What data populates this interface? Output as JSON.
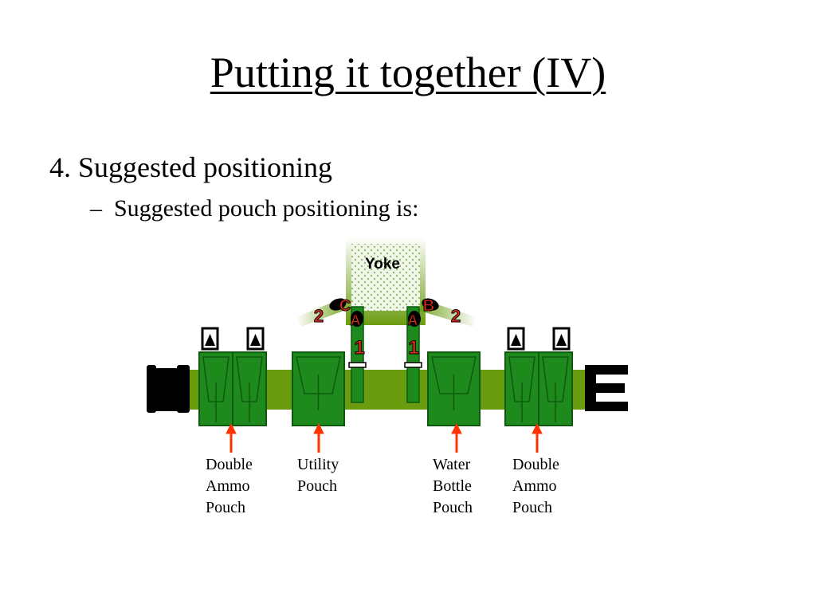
{
  "slide": {
    "title": "Putting it together (IV)",
    "bullet_1": "4. Suggested positioning",
    "bullet_2_marker": "–",
    "bullet_2": "Suggested pouch positioning is:"
  },
  "diagram": {
    "yoke_label": "Yoke",
    "strap_markers": {
      "left_number_outer": "2",
      "left_letter_top": "C",
      "left_letter_bottom": "A",
      "left_number_lower": "1",
      "right_letter_top": "B",
      "right_number_outer": "2",
      "right_letter_bottom": "A",
      "right_number_lower": "1"
    },
    "pouch_labels": {
      "left_double_ammo": "Double\nAmmo\nPouch",
      "utility": "Utility\nPouch",
      "water_bottle": "Water\nBottle\nPouch",
      "right_double_ammo": "Double\nAmmo\nPouch"
    },
    "colors": {
      "belt": "#6b9c10",
      "pouch": "#1e8a1e",
      "pouch_dark": "#0d5a0d",
      "marker_red": "#e8281b",
      "arrow": "#ff3300",
      "black": "#000000"
    }
  }
}
